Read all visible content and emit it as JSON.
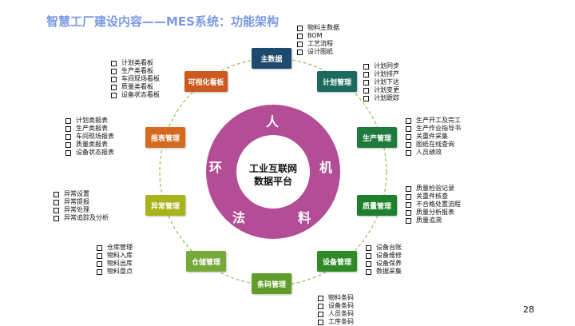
{
  "title": "智慧工厂建设内容——MES系统：功能架构",
  "core": {
    "ren": "人",
    "ji": "机",
    "liao": "料",
    "fa": "法",
    "huan": "环",
    "center_line1": "工业互联网",
    "center_line2": "数据平台"
  },
  "modules": {
    "master_data": "主数据",
    "plan_mgmt": "计划管理",
    "production_mgmt": "生产管理",
    "quality_mgmt": "质量管理",
    "equipment_mgmt": "设备管理",
    "barcode_mgmt": "条码管理",
    "warehouse_mgmt": "仓储管理",
    "exception_mgmt": "异常管理",
    "report_mgmt": "报表管理",
    "visual_board": "可视化看板"
  },
  "lists": {
    "master_data": [
      "物料主数据",
      "BOM",
      "工艺流程",
      "设计图纸"
    ],
    "plan_mgmt": [
      "计划同步",
      "计划排产",
      "计划下达",
      "计划变更",
      "计划跟踪"
    ],
    "production_mgmt": [
      "生产开工及完工",
      "生产作业指导书",
      "关重件采集",
      "图纸在线查询",
      "人员绩效"
    ],
    "quality_mgmt": [
      "质量检验记录",
      "关重件核查",
      "不合格处置流程",
      "质量分析报表",
      "质量追溯"
    ],
    "equipment_mgmt": [
      "设备台账",
      "设备维修",
      "设备保养",
      "数据采集"
    ],
    "barcode_mgmt": [
      "物料条码",
      "设备条码",
      "人员条码",
      "工序条码"
    ],
    "warehouse_mgmt": [
      "仓库管理",
      "物料入库",
      "物料出库",
      "物料盘点"
    ],
    "exception_mgmt": [
      "异常设置",
      "异常提报",
      "异常处理",
      "异常追踪及分析"
    ],
    "report_mgmt": [
      "计划类报表",
      "生产类报表",
      "车间现场报表",
      "质量类报表",
      "设备状态报表"
    ],
    "visual_board": [
      "计划类看板",
      "生产类看板",
      "车间现场看板",
      "质量类看板",
      "设备状态看板"
    ]
  },
  "colors": {
    "title": "#7b9ae0",
    "ring": "#b24d96",
    "orbit": "#92c24b",
    "master_data": "#1f4a6f",
    "plan_mgmt": "#1b6a5d",
    "production_mgmt": "#1f7a3e",
    "quality_mgmt": "#1e7f2c",
    "equipment_mgmt": "#2f8a26",
    "barcode_mgmt": "#5f9e2a",
    "warehouse_mgmt": "#77a83a",
    "exception_mgmt": "#a8b21a",
    "report_mgmt": "#d46a1f",
    "visual_board": "#cc5a1e"
  },
  "page_number": "28"
}
